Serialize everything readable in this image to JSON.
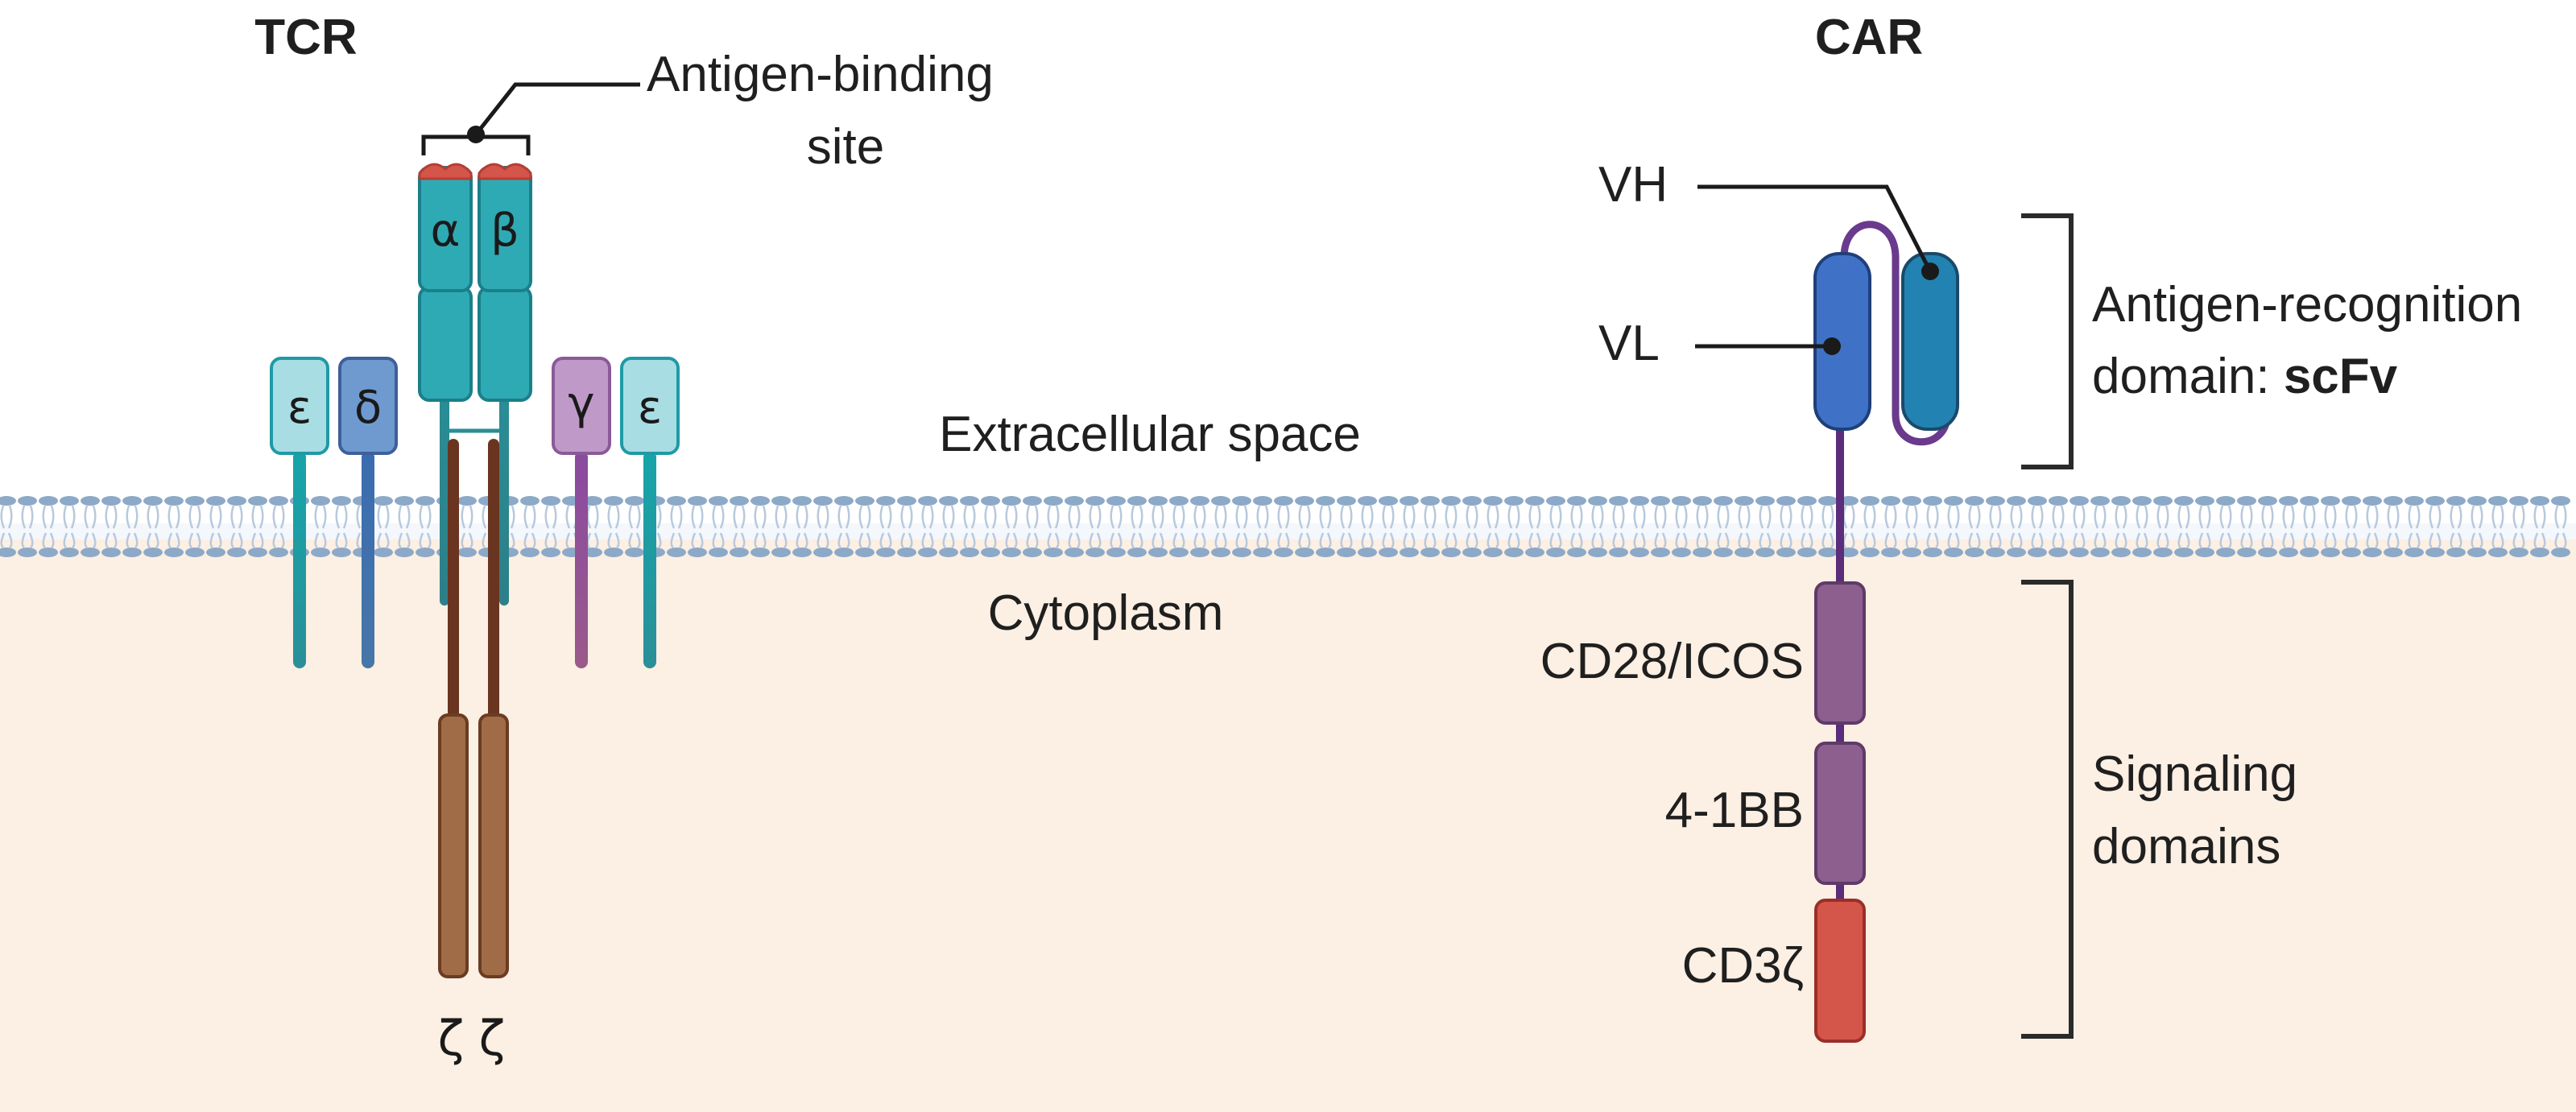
{
  "tcr": {
    "title": "TCR",
    "antigen_label_line1": "Antigen-binding",
    "antigen_label_line2": "site",
    "chains": {
      "alpha": "α",
      "beta": "β",
      "epsilon_left": "ε",
      "delta": "δ",
      "gamma": "γ",
      "epsilon_right": "ε",
      "zeta_left": "ζ",
      "zeta_right": "ζ"
    }
  },
  "car": {
    "title": "CAR",
    "vh": "VH",
    "vl": "VL",
    "recognition_line1": "Antigen-recognition",
    "recognition_line2_prefix": "domain: ",
    "recognition_line2_bold": "scFv",
    "cd28": "CD28/ICOS",
    "bb41": "4-1BB",
    "cd3z": "CD3ζ",
    "signaling_line1": "Signaling",
    "signaling_line2": "domains"
  },
  "regions": {
    "extracellular": "Extracellular space",
    "cytoplasm": "Cytoplasm"
  },
  "colors": {
    "cytoplasm_fill": "#fcefe3",
    "membrane": "#8da9c8",
    "teal": "#2eaab5",
    "brown": "#a06c48",
    "purple": "#8c5c8c",
    "blue_vl": "#3f72c6",
    "blue_vh": "#2283b2",
    "red": "#d4554a"
  }
}
